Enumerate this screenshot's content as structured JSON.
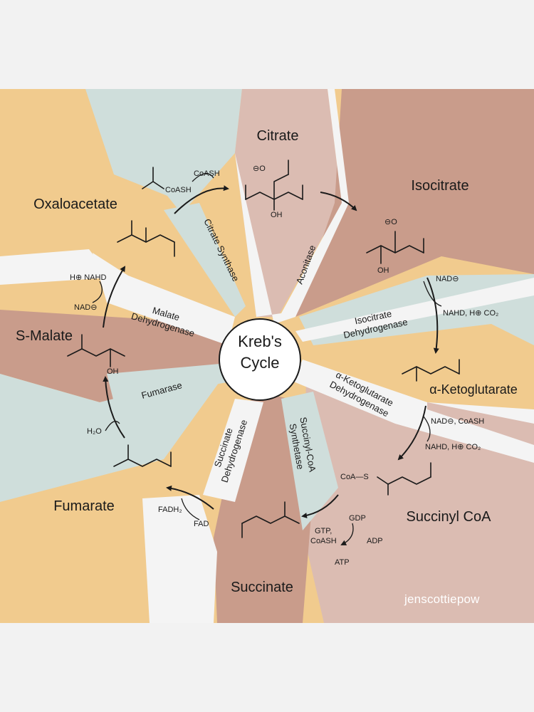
{
  "center": {
    "line1": "Kreb's",
    "line2": "Cycle"
  },
  "metabolites": {
    "citrate": "Citrate",
    "isocitrate": "Isocitrate",
    "alpha_ketoglutarate": "α-Ketoglutarate",
    "succinyl_coa": "Succinyl CoA",
    "succinate": "Succinate",
    "fumarate": "Fumarate",
    "s_malate": "S-Malate",
    "oxaloacetate": "Oxaloacetate"
  },
  "enzymes": {
    "citrate_synthase": "Citrate Synthase",
    "aconitase": "Aconitase",
    "isocitrate_dh": [
      "Isocitrate",
      "Dehydrogenase"
    ],
    "akg_dh": [
      "α-Ketoglutarate",
      "Dehydrogenase"
    ],
    "succinyl_coa_synthetase": [
      "Succinyl-CoA",
      "Synthetase"
    ],
    "succinate_dh": [
      "Succinate",
      "Dehydrogenase"
    ],
    "fumarase": "Fumarase",
    "malate_dh": [
      "Malate",
      "Dehydrogenase"
    ]
  },
  "cofactors": {
    "citrate_in": "CoASH",
    "isocitrate_in": "NAD⊖",
    "isocitrate_out": "NAHD, H⊕ CO₂",
    "akg_in": "NAD⊖, CoASH",
    "akg_out": "NAHD, H⊕ CO₂",
    "gdp": "GDP",
    "gtp": "GTP,",
    "coash2": "CoASH",
    "adp": "ADP",
    "atp": "ATP",
    "fadh2": "FADH₂",
    "fad": "FAD",
    "water": "H₂O",
    "malate_in": "NAD⊖",
    "malate_out": "H⊕ NAHD",
    "acetyl_coash": "CoASH"
  },
  "atoms": {
    "o_minus": "⊖O",
    "o": "O",
    "oh": "OH",
    "coa_s": "CoA—S"
  },
  "watermark": "jenscottiepow",
  "colors": {
    "peach": "#f1cb8e",
    "slate": "#cfdedb",
    "rose_light": "#dbbcb2",
    "rose": "#c99c8b",
    "white_wedge": "#f4f4f4",
    "background": "#f2f2f2"
  }
}
